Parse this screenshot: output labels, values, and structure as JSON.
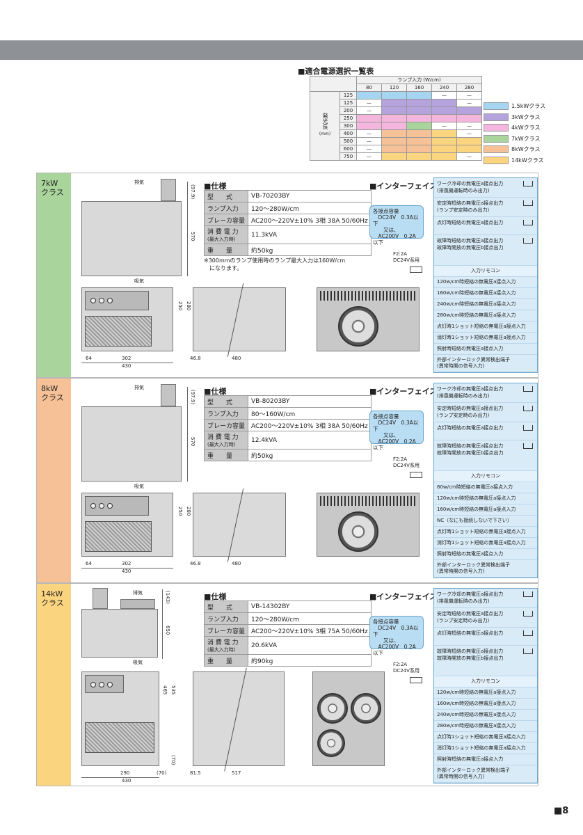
{
  "selection": {
    "title": "■適合電源選択一覧表",
    "lamp_input_header": "ランプ入力 (W/cm)",
    "inputs": [
      "80",
      "120",
      "160",
      "240",
      "280"
    ],
    "length_header": "発光長",
    "length_unit": "(mm)",
    "rows": [
      {
        "len": "125",
        "cells": [
          "",
          "",
          "",
          "—",
          "—"
        ]
      },
      {
        "len": "125",
        "cells": [
          "—",
          "",
          "",
          "",
          "—"
        ]
      },
      {
        "len": "200",
        "cells": [
          "—",
          "",
          "",
          "",
          ""
        ]
      },
      {
        "len": "250",
        "cells": [
          "",
          "",
          "",
          "",
          ""
        ]
      },
      {
        "len": "300",
        "cells": [
          "",
          "",
          "",
          "—",
          "—"
        ]
      },
      {
        "len": "400",
        "cells": [
          "—",
          "",
          "",
          "",
          "—"
        ]
      },
      {
        "len": "500",
        "cells": [
          "—",
          "",
          "",
          "",
          ""
        ]
      },
      {
        "len": "600",
        "cells": [
          "—",
          "",
          "",
          "",
          ""
        ]
      },
      {
        "len": "750",
        "cells": [
          "—",
          "",
          "",
          "",
          "—"
        ]
      }
    ],
    "legend": [
      {
        "label": "1.5kWクラス",
        "color": "#a6d5f2"
      },
      {
        "label": "3kWクラス",
        "color": "#b4a3dc"
      },
      {
        "label": "4kWクラス",
        "color": "#f4b6dd"
      },
      {
        "label": "7kWクラス",
        "color": "#a9d49b"
      },
      {
        "label": "8kWクラス",
        "color": "#f6c196"
      },
      {
        "label": "14kWクラス",
        "color": "#fbd47f"
      }
    ]
  },
  "sections": [
    {
      "name": "7kW\nクラス",
      "color": "#a9d49b",
      "spec_title": "■仕様",
      "spec": [
        {
          "k": "型　　式",
          "v": "VB-70203BY"
        },
        {
          "k": "ランプ入力",
          "v": "120～280W/cm"
        },
        {
          "k": "ブレーカ容量",
          "v": "AC200～220V±10% 3相 38A 50/60Hz"
        },
        {
          "k": "消 費 電 力\n(最大入力時)",
          "v": "11.3kVA"
        },
        {
          "k": "重　　量",
          "v": "約50kg"
        }
      ],
      "footnote": "※300mmのランプ使用時のランプ最大入力は160W/cm\n　になります。",
      "dims": {
        "exhaust": "排気",
        "intake": "吸気",
        "top": "(97.9)",
        "height": "570",
        "front_h1": "250",
        "front_h2": "280",
        "w1": "64",
        "w2": "302",
        "w3": "430",
        "side1": "46.8",
        "side2": "480"
      },
      "ifc_title": "■インターフェイス",
      "bubble": "各接点容量\n　DC24V　0.3A以下\n　　又は、\n　AC200V　0.2A以下",
      "fuse": "F2:2A\nDC24V系用",
      "ifc_top": [
        "ワーク冷却の無電圧a接点出力\n(排風機運転時のみ出力)",
        "安定時短絡の無電圧a接点出力\n(ランプ安定時のみ出力)",
        "点灯時短絡の無電圧a接点出力",
        "故障時短絡の無電圧a接点出力\n故障時開放の無電圧b接点出力"
      ],
      "ifc_mid": "入力リモコン",
      "ifc_bottom": [
        "120w/cm時短絡の無電圧a接点入力",
        "160w/cm時短絡の無電圧a接点入力",
        "240w/cm時短絡の無電圧a接点入力",
        "280w/cm時短絡の無電圧a接点入力",
        "点灯時1ショット短絡の無電圧a接点入力",
        "消灯時1ショット短絡の無電圧a接点入力",
        "照射時短絡の無電圧a接点入力",
        "外部インターロック異常検出端子\n(異常時開の信号入力)"
      ]
    },
    {
      "name": "8kW\nクラス",
      "color": "#f6c196",
      "spec_title": "■仕様",
      "spec": [
        {
          "k": "型　　式",
          "v": "VB-80203BY"
        },
        {
          "k": "ランプ入力",
          "v": "80～160W/cm"
        },
        {
          "k": "ブレーカ容量",
          "v": "AC200～220V±10% 3相 38A 50/60Hz"
        },
        {
          "k": "消 費 電 力\n(最大入力時)",
          "v": "12.4kVA"
        },
        {
          "k": "重　　量",
          "v": "約50kg"
        }
      ],
      "footnote": "",
      "dims": {
        "exhaust": "排気",
        "intake": "吸気",
        "top": "(97.9)",
        "height": "570",
        "front_h1": "250",
        "front_h2": "280",
        "w1": "64",
        "w2": "302",
        "w3": "430",
        "side1": "46.8",
        "side2": "480"
      },
      "ifc_title": "■インターフェイス",
      "bubble": "各接点容量\n　DC24V　0.3A以下\n　　又は、\n　AC200V　0.2A以下",
      "fuse": "F2:2A\nDC24V系用",
      "ifc_top": [
        "ワーク冷却の無電圧a接点出力\n(排風機運転時のみ出力)",
        "安定時短絡の無電圧a接点出力\n(ランプ安定時のみ出力)",
        "点灯時短絡の無電圧a接点出力",
        "故障時短絡の無電圧a接点出力\n故障時開放の無電圧b接点出力"
      ],
      "ifc_mid": "入力リモコン",
      "ifc_bottom": [
        "80w/cm時短絡の無電圧a接点入力",
        "120w/cm時短絡の無電圧a接点入力",
        "160w/cm時短絡の無電圧a接点入力",
        "NC（なにも接続しないで下さい）",
        "点灯時1ショット短絡の無電圧a接点入力",
        "消灯時1ショット短絡の無電圧a接点入力",
        "照射時短絡の無電圧a接点入力",
        "外部インターロック異常検出端子\n(異常時開の信号入力)"
      ]
    },
    {
      "name": "14kW\nクラス",
      "color": "#fbd47f",
      "spec_title": "■仕様",
      "spec": [
        {
          "k": "型　　式",
          "v": "VB-14302BY"
        },
        {
          "k": "ランプ入力",
          "v": "120～280W/cm"
        },
        {
          "k": "ブレーカ容量",
          "v": "AC200～220V±10% 3相 75A 50/60Hz"
        },
        {
          "k": "消 費 電 力\n(最大入力時)",
          "v": "20.6kVA"
        },
        {
          "k": "重　　量",
          "v": "約90kg"
        }
      ],
      "footnote": "",
      "dims": {
        "exhaust": "排気",
        "intake": "吸気",
        "top": "(143)",
        "height": "650",
        "front_h1": "465",
        "front_h2": "535",
        "w1": "290",
        "w2": "(70)",
        "w3": "430",
        "side1": "81.5",
        "side2": "517",
        "bottom": "(70)"
      },
      "ifc_title": "■インターフェイス",
      "bubble": "各接点容量\n　DC24V　0.3A以下\n　　又は、\n　AC200V　0.2A以下",
      "fuse": "F2:2A\nDC24V系用",
      "ifc_top": [
        "ワーク冷却の無電圧a接点出力\n(排風機運転時のみ出力)",
        "安定時短絡の無電圧a接点出力\n(ランプ安定時のみ出力)",
        "点灯時短絡の無電圧a接点出力",
        "故障時短絡の無電圧a接点出力\n故障時開放の無電圧b接点出力"
      ],
      "ifc_mid": "入力リモコン",
      "ifc_bottom": [
        "120w/cm時短絡の無電圧a接点入力",
        "160w/cm時短絡の無電圧a接点入力",
        "240w/cm時短絡の無電圧a接点入力",
        "280w/cm時短絡の無電圧a接点入力",
        "点灯時1ショット短絡の無電圧a接点入力",
        "消灯時1ショット短絡の無電圧a接点入力",
        "照射時短絡の無電圧a接点入力",
        "外部インターロック異常検出端子\n(異常時開の信号入力)"
      ]
    }
  ],
  "page_number": "■8"
}
